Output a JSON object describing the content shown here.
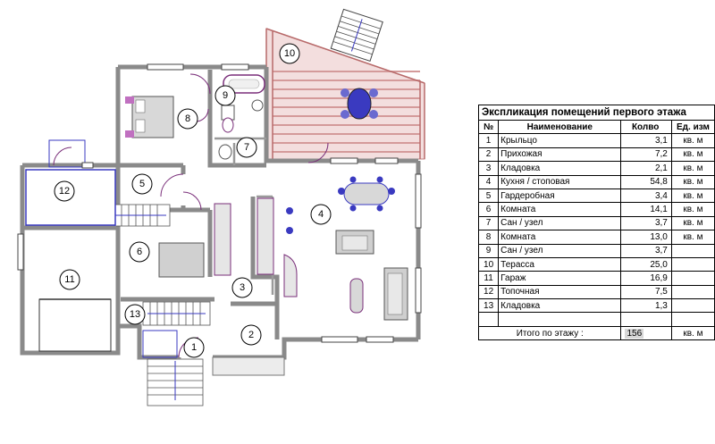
{
  "title": "Экспликация помещений первого этажа",
  "columns": [
    "№",
    "Наименование",
    "Колво",
    "Ед. изм"
  ],
  "rows": [
    {
      "no": "1",
      "name": "Крыльцо",
      "area": "3,1",
      "unit": "кв. м"
    },
    {
      "no": "2",
      "name": "Прихожая",
      "area": "7,2",
      "unit": "кв. м"
    },
    {
      "no": "3",
      "name": "Кладовка",
      "area": "2,1",
      "unit": "кв. м"
    },
    {
      "no": "4",
      "name": "Кухня / стоповая",
      "area": "54,8",
      "unit": "кв. м"
    },
    {
      "no": "5",
      "name": "Гардеробная",
      "area": "3,4",
      "unit": "кв. м"
    },
    {
      "no": "6",
      "name": "Комната",
      "area": "14,1",
      "unit": "кв. м"
    },
    {
      "no": "7",
      "name": "Сан / узел",
      "area": "3,7",
      "unit": "кв. м"
    },
    {
      "no": "8",
      "name": "Комната",
      "area": "13,0",
      "unit": "кв. м"
    },
    {
      "no": "9",
      "name": "Сан / узел",
      "area": "3,7",
      "unit": ""
    },
    {
      "no": "10",
      "name": "Терасса",
      "area": "25,0",
      "unit": ""
    },
    {
      "no": "11",
      "name": "Гараж",
      "area": "16,9",
      "unit": ""
    },
    {
      "no": "12",
      "name": "Топочная",
      "area": "7,5",
      "unit": ""
    },
    {
      "no": "13",
      "name": "Кладовка",
      "area": "1,3",
      "unit": ""
    }
  ],
  "total": {
    "label": "Итого по этажу  :",
    "value": "156",
    "unit": "кв. м"
  },
  "room_markers": [
    "1",
    "2",
    "3",
    "4",
    "5",
    "6",
    "7",
    "8",
    "9",
    "10",
    "11",
    "12",
    "13"
  ],
  "colors": {
    "wall": "#8a8a8a",
    "terrace": "#e0bcbc",
    "furniture": "#7a2f7a",
    "accent_blue": "#3a3ac0"
  },
  "icons": [
    "stairs-icon",
    "door-arc-icon",
    "bed-icon",
    "bathtub-icon",
    "toilet-icon",
    "dining-table-icon",
    "sofa-icon",
    "car-icon"
  ]
}
